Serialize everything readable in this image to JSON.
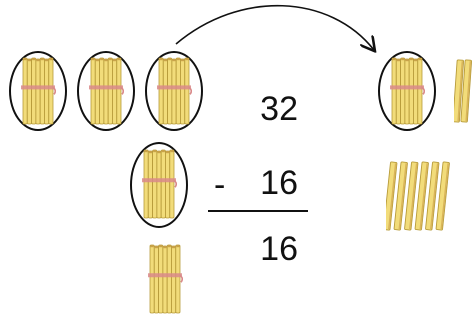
{
  "problem": {
    "minuend": "32",
    "operator": "-",
    "subtrahend": "16",
    "difference": "16"
  },
  "colors": {
    "stick_fill": "#f2dc7a",
    "stick_edge": "#b79b3a",
    "band": "#d98a8a",
    "ink": "#111111"
  },
  "icons": {
    "bundle": "bundle-of-ten-sticks-icon",
    "stick": "single-stick-icon"
  }
}
